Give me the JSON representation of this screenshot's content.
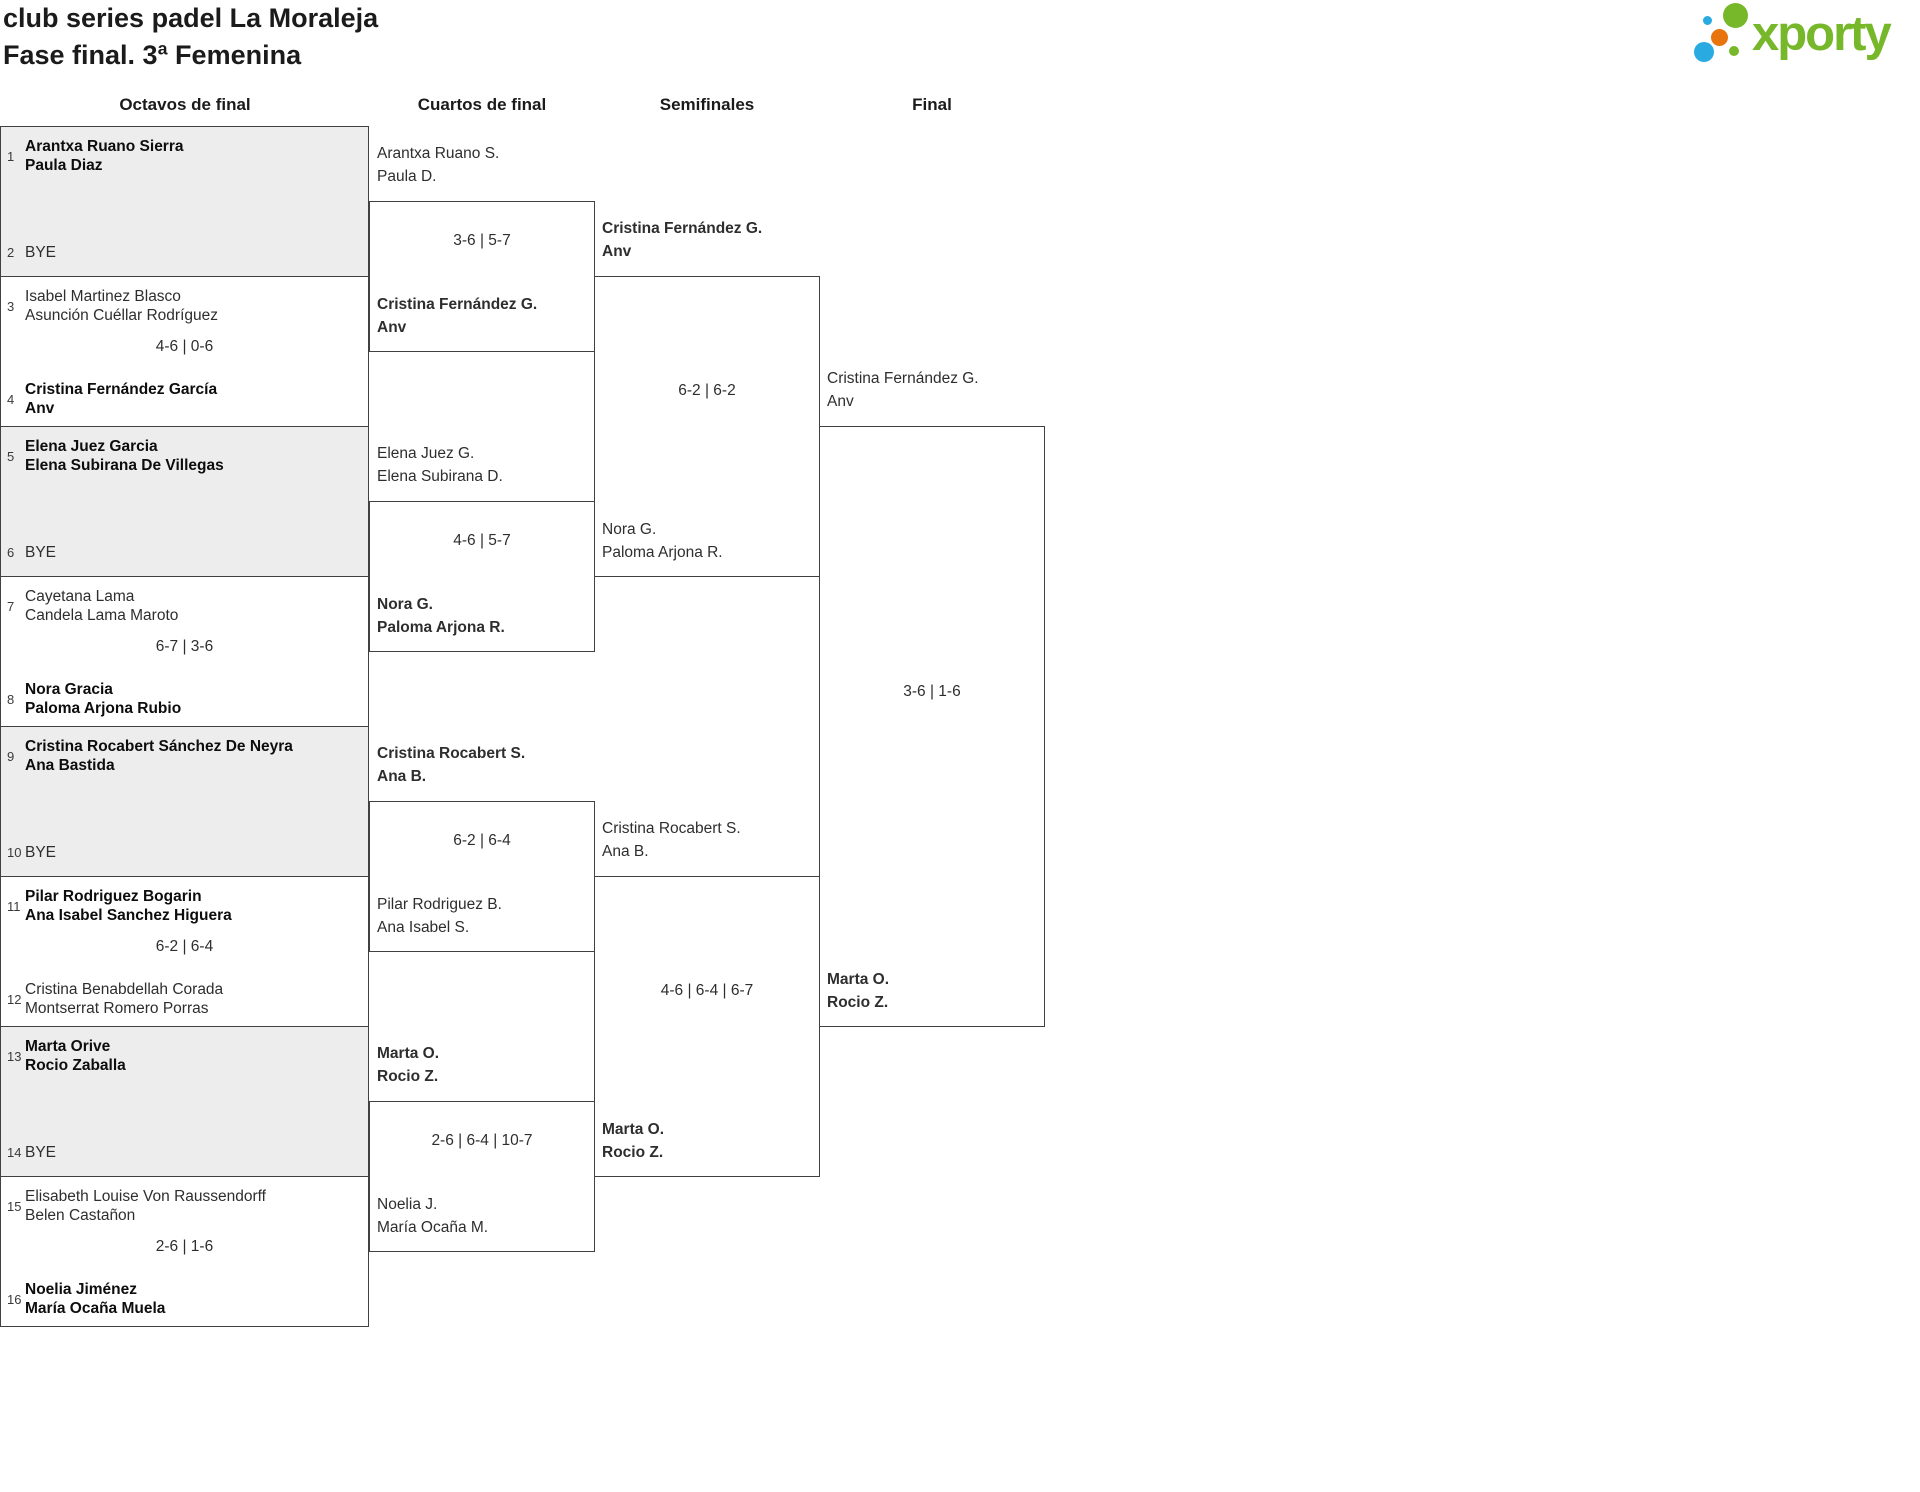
{
  "title": {
    "line1": "club series padel La Moraleja",
    "line2": "Fase final. 3ª Femenina"
  },
  "logo": {
    "text": "xporty"
  },
  "colors": {
    "logo_green": "#76b82a",
    "logo_blue": "#29abe2",
    "logo_orange": "#e8740e",
    "bye_fill": "#ededed",
    "border": "#414141"
  },
  "rounds": [
    {
      "label": "Octavos de final"
    },
    {
      "label": "Cuartos de final"
    },
    {
      "label": "Semifinales"
    },
    {
      "label": "Final"
    }
  ],
  "round16": [
    {
      "shaded": true,
      "score": "",
      "top": {
        "seed": "1",
        "names": [
          "Arantxa Ruano Sierra",
          "Paula Diaz"
        ],
        "winner": true
      },
      "bottom": {
        "seed": "2",
        "bye": "BYE",
        "winner": false
      }
    },
    {
      "shaded": false,
      "score": "4-6 | 0-6",
      "top": {
        "seed": "3",
        "names": [
          "Isabel Martinez Blasco",
          "Asunción Cuéllar Rodríguez"
        ],
        "winner": false
      },
      "bottom": {
        "seed": "4",
        "names": [
          "Cristina Fernández García",
          "Anv"
        ],
        "winner": true
      }
    },
    {
      "shaded": true,
      "score": "",
      "top": {
        "seed": "5",
        "names": [
          "Elena Juez Garcia",
          "Elena Subirana De Villegas"
        ],
        "winner": true
      },
      "bottom": {
        "seed": "6",
        "bye": "BYE",
        "winner": false
      }
    },
    {
      "shaded": false,
      "score": "6-7 | 3-6",
      "top": {
        "seed": "7",
        "names": [
          "Cayetana Lama",
          "Candela Lama Maroto"
        ],
        "winner": false
      },
      "bottom": {
        "seed": "8",
        "names": [
          "Nora Gracia",
          "Paloma Arjona Rubio"
        ],
        "winner": true
      }
    },
    {
      "shaded": true,
      "score": "",
      "top": {
        "seed": "9",
        "names": [
          "Cristina Rocabert Sánchez De Neyra",
          "Ana Bastida"
        ],
        "winner": true
      },
      "bottom": {
        "seed": "10",
        "bye": "BYE",
        "winner": false
      }
    },
    {
      "shaded": false,
      "score": "6-2 | 6-4",
      "top": {
        "seed": "11",
        "names": [
          "Pilar Rodriguez Bogarin",
          "Ana Isabel Sanchez Higuera"
        ],
        "winner": true
      },
      "bottom": {
        "seed": "12",
        "names": [
          "Cristina Benabdellah Corada",
          "Montserrat Romero Porras"
        ],
        "winner": false
      }
    },
    {
      "shaded": true,
      "score": "",
      "top": {
        "seed": "13",
        "names": [
          "Marta Orive",
          "Rocio Zaballa"
        ],
        "winner": true
      },
      "bottom": {
        "seed": "14",
        "bye": "BYE",
        "winner": false
      }
    },
    {
      "shaded": false,
      "score": "2-6 | 1-6",
      "top": {
        "seed": "15",
        "names": [
          "Elisabeth Louise Von Raussendorff",
          "Belen Castañon"
        ],
        "winner": false
      },
      "bottom": {
        "seed": "16",
        "names": [
          "Noelia Jiménez",
          "María Ocaña Muela"
        ],
        "winner": true
      }
    }
  ],
  "qf": [
    {
      "score": "3-6 | 5-7",
      "top": {
        "names": [
          "Arantxa Ruano S.",
          "Paula D."
        ],
        "winner": false
      },
      "bottom": {
        "names": [
          "Cristina Fernández G.",
          "Anv"
        ],
        "winner": true
      }
    },
    {
      "score": "4-6 | 5-7",
      "top": {
        "names": [
          "Elena Juez G.",
          "Elena Subirana D."
        ],
        "winner": false
      },
      "bottom": {
        "names": [
          "Nora G.",
          "Paloma Arjona R."
        ],
        "winner": true
      }
    },
    {
      "score": "6-2 | 6-4",
      "top": {
        "names": [
          "Cristina Rocabert S.",
          "Ana B."
        ],
        "winner": true
      },
      "bottom": {
        "names": [
          "Pilar Rodriguez B.",
          "Ana Isabel S."
        ],
        "winner": false
      }
    },
    {
      "score": "2-6 | 6-4 | 10-7",
      "top": {
        "names": [
          "Marta O.",
          "Rocio Z."
        ],
        "winner": true
      },
      "bottom": {
        "names": [
          "Noelia J.",
          "María Ocaña M."
        ],
        "winner": false
      }
    }
  ],
  "sf": [
    {
      "score": "6-2 | 6-2",
      "top": {
        "names": [
          "Cristina Fernández G.",
          "Anv"
        ],
        "winner": true
      },
      "bottom": {
        "names": [
          "Nora G.",
          "Paloma Arjona R."
        ],
        "winner": false
      }
    },
    {
      "score": "4-6 | 6-4 | 6-7",
      "top": {
        "names": [
          "Cristina Rocabert S.",
          "Ana B."
        ],
        "winner": false
      },
      "bottom": {
        "names": [
          "Marta O.",
          "Rocio Z."
        ],
        "winner": true
      }
    }
  ],
  "final": {
    "score": "3-6 | 1-6",
    "top": {
      "names": [
        "Cristina Fernández G.",
        "Anv"
      ],
      "winner": false
    },
    "bottom": {
      "names": [
        "Marta O.",
        "Rocio Z."
      ],
      "winner": true
    }
  }
}
